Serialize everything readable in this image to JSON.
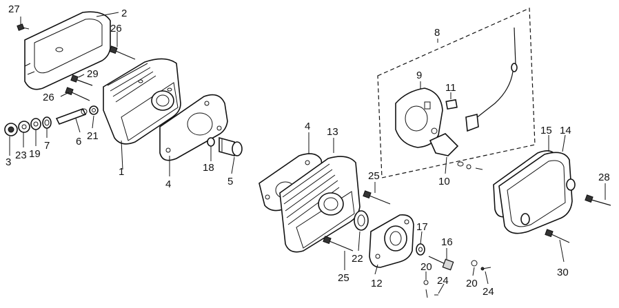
{
  "callouts": [
    {
      "id": "c1",
      "text": "1"
    },
    {
      "id": "c2",
      "text": "2"
    },
    {
      "id": "c3",
      "text": "3"
    },
    {
      "id": "c4a",
      "text": "4"
    },
    {
      "id": "c4b",
      "text": "4"
    },
    {
      "id": "c5",
      "text": "5"
    },
    {
      "id": "c6",
      "text": "6"
    },
    {
      "id": "c7",
      "text": "7"
    },
    {
      "id": "c8",
      "text": "8"
    },
    {
      "id": "c9",
      "text": "9"
    },
    {
      "id": "c10",
      "text": "10"
    },
    {
      "id": "c11",
      "text": "11"
    },
    {
      "id": "c12",
      "text": "12"
    },
    {
      "id": "c13",
      "text": "13"
    },
    {
      "id": "c14",
      "text": "14"
    },
    {
      "id": "c15",
      "text": "15"
    },
    {
      "id": "c16",
      "text": "16"
    },
    {
      "id": "c17",
      "text": "17"
    },
    {
      "id": "c18",
      "text": "18"
    },
    {
      "id": "c19",
      "text": "19"
    },
    {
      "id": "c20a",
      "text": "20"
    },
    {
      "id": "c20b",
      "text": "20"
    },
    {
      "id": "c21",
      "text": "21"
    },
    {
      "id": "c22",
      "text": "22"
    },
    {
      "id": "c23",
      "text": "23"
    },
    {
      "id": "c24a",
      "text": "24"
    },
    {
      "id": "c24b",
      "text": "24"
    },
    {
      "id": "c25a",
      "text": "25"
    },
    {
      "id": "c25b",
      "text": "25"
    },
    {
      "id": "c26a",
      "text": "26"
    },
    {
      "id": "c26b",
      "text": "26"
    },
    {
      "id": "c27",
      "text": "27"
    },
    {
      "id": "c28",
      "text": "28"
    },
    {
      "id": "c29",
      "text": "29"
    },
    {
      "id": "c30",
      "text": "30"
    }
  ]
}
